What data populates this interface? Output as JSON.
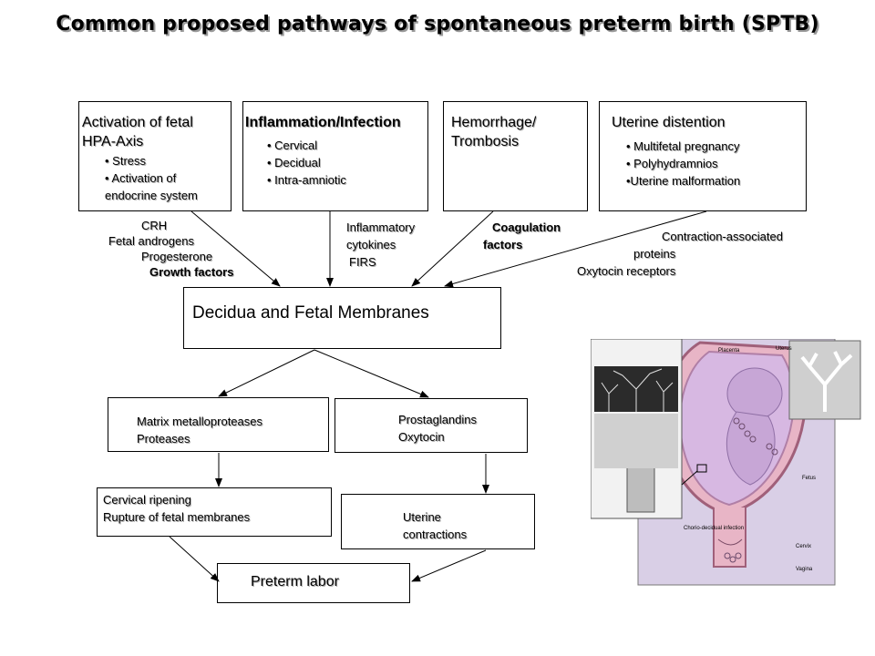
{
  "title": "Common proposed pathways of spontaneous preterm birth (SPTB)",
  "top_boxes": [
    {
      "heading_1": "Activation of fetal",
      "heading_2": "HPA-Axis",
      "items": [
        "• Stress",
        "• Activation of",
        "endocrine system"
      ]
    },
    {
      "heading_1": "Inflammation/Infection",
      "items": [
        "• Cervical",
        "• Decidual",
        "• Intra-amniotic"
      ]
    },
    {
      "heading_1": "Hemorrhage/",
      "heading_2": "Trombosis",
      "items": []
    },
    {
      "heading_1": "Uterine distention",
      "items": [
        "• Multifetal pregnancy",
        "• Polyhydramnios",
        "•Uterine malformation"
      ]
    }
  ],
  "mediators": {
    "hpa": [
      "CRH",
      "Fetal androgens",
      "Progesterone",
      "Growth factors"
    ],
    "inflammation": [
      "Inflammatory",
      "cytokines",
      "FIRS"
    ],
    "hemorrhage": [
      "Coagulation",
      "factors"
    ],
    "distention": [
      "Contraction-associated",
      "proteins",
      "Oxytocin receptors"
    ]
  },
  "center_box": "Decidua and Fetal Membranes",
  "mid_left": [
    "Matrix metalloproteases",
    "Proteases"
  ],
  "mid_right": [
    "Prostaglandins",
    "Oxytocin"
  ],
  "low_left": [
    "Cervical ripening",
    "Rupture of fetal membranes"
  ],
  "low_right": [
    "Uterine",
    "contractions"
  ],
  "bottom_box": "Preterm labor",
  "illustration_labels": [
    "Placenta",
    "Uterus",
    "Fetus",
    "Chorio-decidual infection",
    "Cervix",
    "Vagina"
  ]
}
